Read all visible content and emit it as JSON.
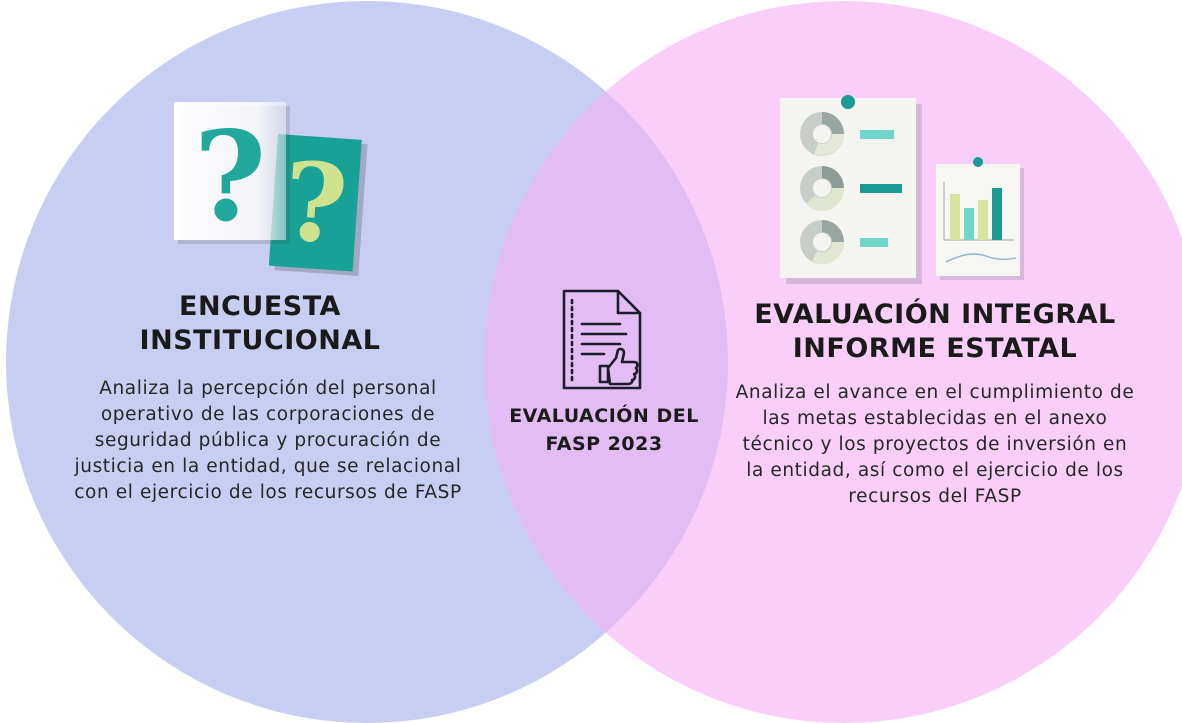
{
  "center": {
    "title_line1": "EVALUACIÓN DEL",
    "title_line2": "FASP 2023"
  },
  "left": {
    "title_line1": "ENCUESTA",
    "title_line2": "INSTITUCIONAL",
    "description": "Analiza la percepción del personal operativo de las corporaciones de seguridad pública y procuración de justicia en la entidad, que se relacional con el ejercicio de los recursos de FASP"
  },
  "right": {
    "title_line1": "EVALUACIÓN INTEGRAL",
    "title_line2": "INFORME ESTATAL",
    "description": "Analiza el avance en el cumplimiento de las metas establecidas en el anexo técnico y los proyectos de inversión en la entidad, así como el ejercicio de los recursos del FASP"
  },
  "icons": {
    "left": "question-cards-icon",
    "center": "document-thumbs-up-icon",
    "right": "report-charts-icon"
  },
  "colors": {
    "left_circle": "#acb4ec",
    "right_circle": "#f5b2f6",
    "teal": "#1a9e97",
    "mint": "#6fd6c9",
    "lime": "#c7d98a"
  }
}
